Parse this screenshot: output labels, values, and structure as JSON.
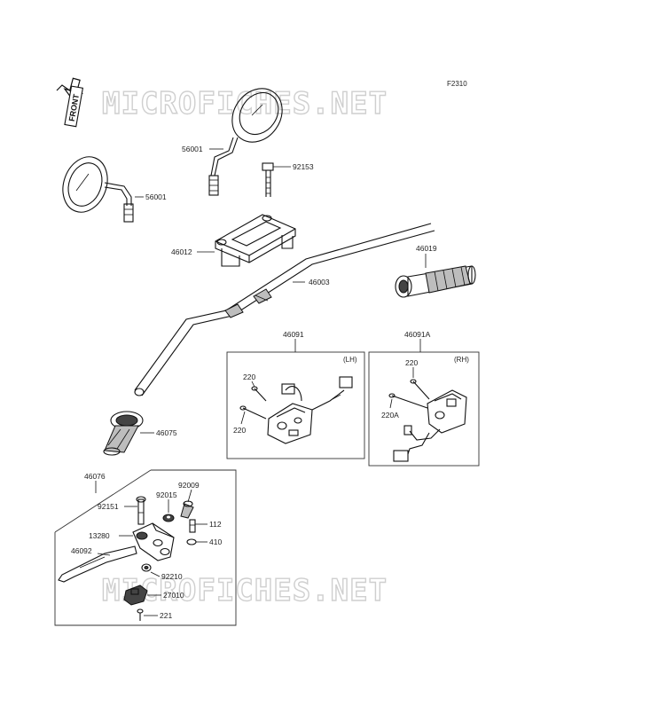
{
  "figure_code": "F2310",
  "watermark": "MICROFICHES.NET",
  "front_arrow": "FRONT",
  "labels": {
    "mirror_right": "56001",
    "mirror_left": "56001",
    "bolt_holder": "92153",
    "holder": "46012",
    "handlebar": "46003",
    "grip_right": "46019",
    "grip_left": "46075",
    "switch_lh": "46091",
    "switch_rh": "46091A",
    "lh_tag": "(LH)",
    "rh_tag": "(RH)",
    "lh_screw_top": "220",
    "lh_screw_bottom": "220",
    "rh_screw_top": "220",
    "rh_screw_bottom": "220A",
    "lever_assy": "46076",
    "bolt_92151": "92151",
    "washer_92015": "92015",
    "screw_92009": "92009",
    "nut_112": "112",
    "ring_410": "410",
    "bracket_13280": "13280",
    "lever_46092": "46092",
    "nut_92210": "92210",
    "switch_27010": "27010",
    "screw_221": "221"
  },
  "colors": {
    "ink": "#111111",
    "watermark": "#cfcfcf"
  }
}
